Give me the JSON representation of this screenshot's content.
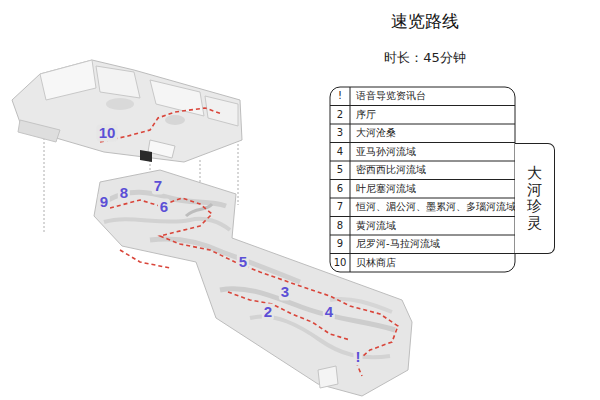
{
  "diagram": {
    "title": "速览路线",
    "nodes": [
      {
        "text": [
          "大河珍灵"
        ]
      }
    ],
    "labels": [
      "时长：45分钟",
      "!",
      "语音导览资讯台",
      "2",
      "序厅",
      "3",
      "大河沧桑",
      "4",
      "亚马孙河流域",
      "5",
      "密西西比河流域",
      "6",
      "叶尼塞河流域",
      "7",
      "恒河、湄公河、墨累河、多瑙河流域",
      "8",
      "黄河流域",
      "9",
      "尼罗河-马拉河流域",
      "10",
      "贝林商店",
      "10",
      "9",
      "8",
      "7",
      "6",
      "5",
      "3",
      "2",
      "4",
      "!"
    ]
  }
}
